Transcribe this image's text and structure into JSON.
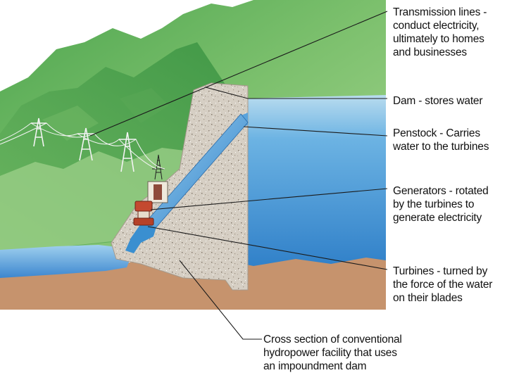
{
  "callouts": {
    "transmission": {
      "lines": [
        "Transmission lines -",
        "conduct electricity,",
        "ultimately to homes",
        "and businesses"
      ]
    },
    "dam": {
      "lines": [
        "Dam - stores water"
      ]
    },
    "penstock": {
      "lines": [
        "Penstock - Carries",
        "water to the turbines"
      ]
    },
    "generators": {
      "lines": [
        "Generators - rotated",
        "by the turbines to",
        "generate electricity"
      ]
    },
    "turbines": {
      "lines": [
        "Turbines - turned by",
        "the force of the water",
        "on their blades"
      ]
    },
    "cross_section": {
      "lines": [
        "Cross section of conventional",
        "hydropower facility that uses",
        "an impoundment dam"
      ]
    }
  },
  "colors": {
    "mountain_light": "#8cc97a",
    "mountain_dark": "#3f9a45",
    "reservoir": "#4a9ad8",
    "concrete": "#d4cdc2",
    "ground": "#c79570",
    "penstock": "#3a8fd0",
    "generator": "#c04a36"
  }
}
